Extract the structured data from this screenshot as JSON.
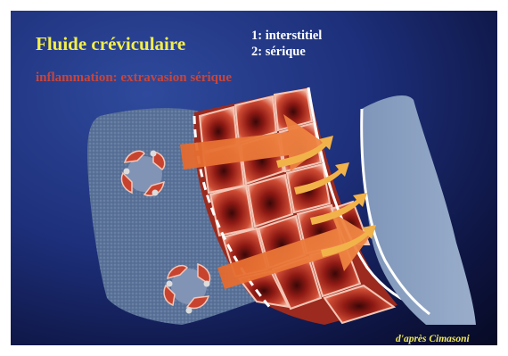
{
  "slide": {
    "title": "Fluide créviculaire",
    "legend": [
      "1: interstitiel",
      "2: sérique"
    ],
    "subtitle": "inflammation: extravasion sérique",
    "credit": "d'après Cimasoni"
  },
  "colors": {
    "background": "#1d2f7a",
    "title": "#f4ee4a",
    "subtitle": "#c8453a",
    "arrow": "#ee7838",
    "small_arrow": "#f2b24a",
    "tissue": "#5c7399",
    "tooth": "#8fa4c2",
    "cell": "#c8432e"
  }
}
